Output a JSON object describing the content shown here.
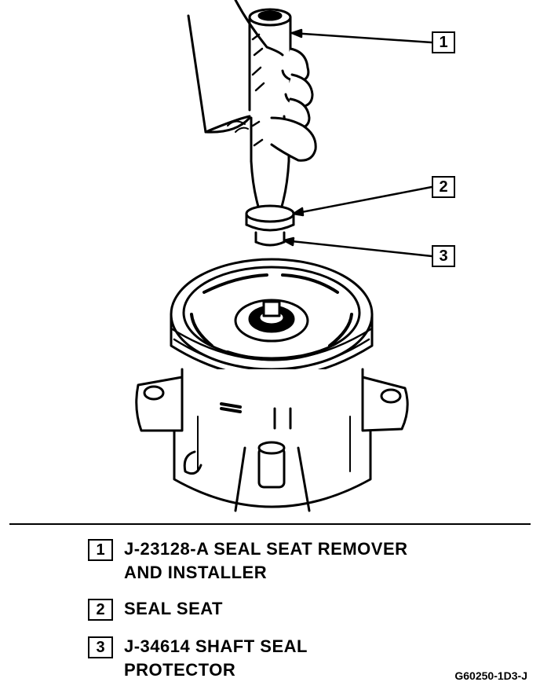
{
  "callouts": [
    "1",
    "2",
    "3"
  ],
  "legend": [
    {
      "number": "1",
      "line1": "J-23128-A SEAL SEAT REMOVER",
      "line2": "AND INSTALLER"
    },
    {
      "number": "2",
      "line1": "SEAL SEAT",
      "line2": ""
    },
    {
      "number": "3",
      "line1": "J-34614 SHAFT SEAL",
      "line2": "PROTECTOR"
    }
  ],
  "figure_code": "G60250-1D3-J",
  "colors": {
    "ink": "#000000",
    "paper": "#ffffff"
  }
}
